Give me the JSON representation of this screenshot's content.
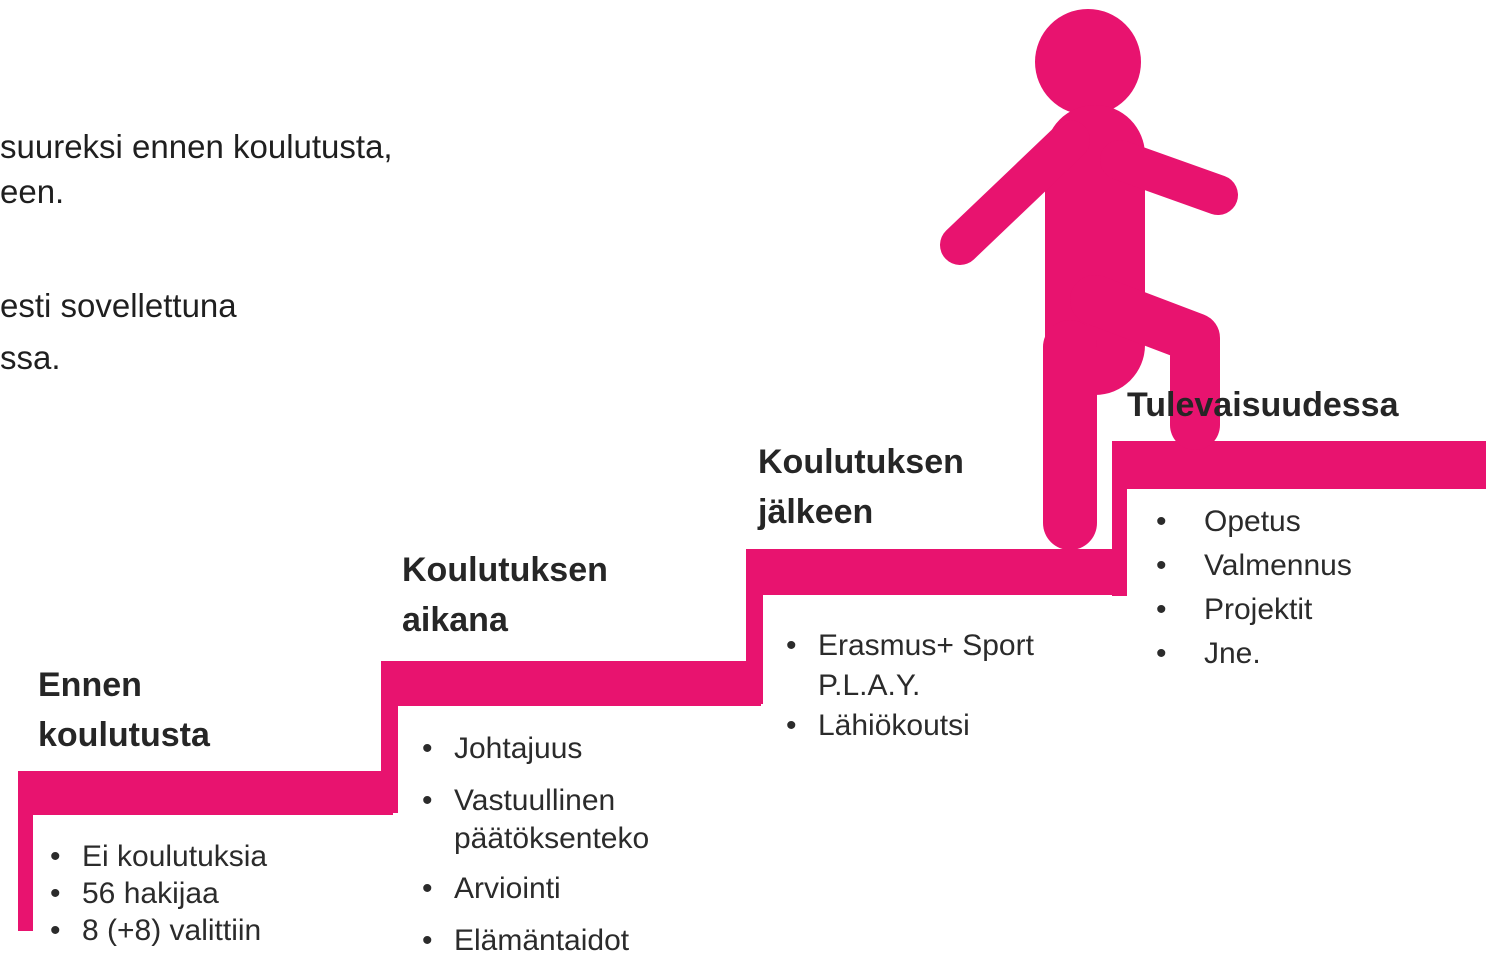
{
  "intro": {
    "line1": "suureksi ennen koulutusta,",
    "line2": "een.",
    "line3": "esti sovellettuna",
    "line4": "ssa."
  },
  "steps": [
    {
      "heading_line1": "Ennen",
      "heading_line2": "koulutusta",
      "items": [
        "Ei koulutuksia",
        "56 hakijaa",
        "8 (+8) valittiin"
      ]
    },
    {
      "heading_line1": "Koulutuksen",
      "heading_line2": "aikana",
      "items": [
        "Johtajuus",
        "Vastuullinen",
        "päätöksenteko",
        "Arviointi",
        "Elämäntaidot"
      ]
    },
    {
      "heading_line1": "Koulutuksen",
      "heading_line2": "jälkeen",
      "items": [
        "Erasmus+ Sport",
        "P.L.A.Y.",
        "Lähiökoutsi"
      ]
    },
    {
      "heading_line1": "Tulevaisuudessa",
      "items": [
        "Opetus",
        "Valmennus",
        "Projektit",
        "Jne."
      ]
    }
  ],
  "icons": {
    "figure": "walking-person-icon"
  },
  "colors": {
    "accent": "#E8136F",
    "text": "#1a1a1a"
  }
}
